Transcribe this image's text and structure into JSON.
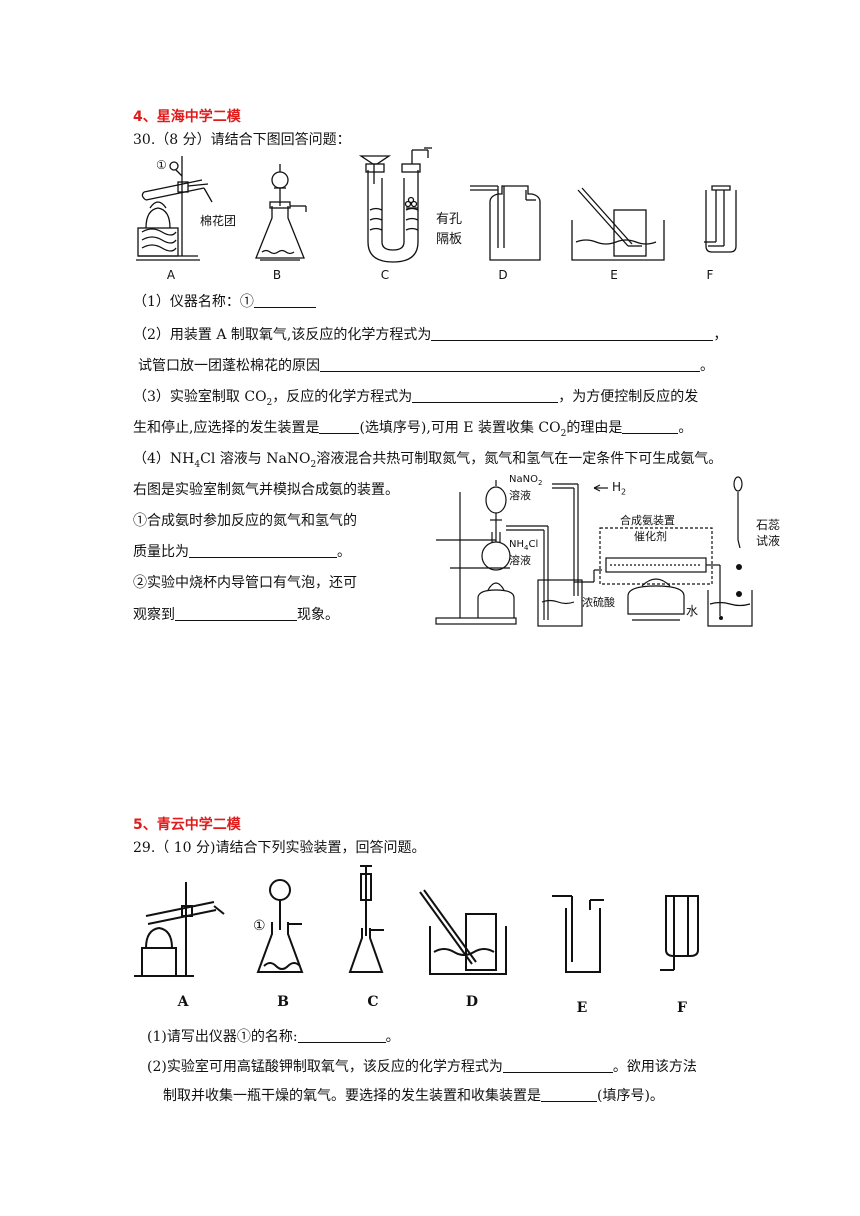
{
  "section4": {
    "header": "4、星海中学二模",
    "q_title": "30.（8 分）请结合下图回答问题：",
    "fig_labels": [
      "A",
      "B",
      "C",
      "D",
      "E",
      "F"
    ],
    "fig_text": {
      "circle1": "①",
      "cotton": "棉花团",
      "holey_1": "有孔",
      "holey_2": "隔板"
    },
    "q1": "（1）仪器名称：①",
    "q2a": "（2）用装置 A 制取氧气,该反应的化学方程式为",
    "q2a_end": "，",
    "q2b": "试管口放一团蓬松棉花的原因",
    "q2b_end": "。",
    "q3a_1": "（3）实验室制取 CO",
    "q3a_2": "，反应的化学方程式为",
    "q3a_3": "，为方便控制反应的发",
    "q3b_1": "生和停止,应选择的发生装置是",
    "q3b_2": "(选填序号),可用 E 装置收集 CO",
    "q3b_3": "的理由是",
    "q3b_end": "。",
    "sub2": "2",
    "q4a_1": "（4）NH",
    "q4a_2": "Cl 溶液与 NaNO",
    "q4a_3": "溶液混合共热可制取氮气，氮气和氢气在一定条件下可生成氨气。",
    "sub4": "4",
    "q4b": "右图是实验室制氮气并模拟合成氨的装置。",
    "q4c": "①合成氨时参加反应的氮气和氢气的",
    "q4d_1": "质量比为",
    "q4d_end": "。",
    "q4e": "②实验中烧杯内导管口有气泡，还可",
    "q4f_1": "观察到",
    "q4f_end": "现象。",
    "ammonia_fig": {
      "nano2_1": "NaNO",
      "nano2_sub": "2",
      "nano2_2": "溶液",
      "h2_1": "H",
      "h2_sub": "2",
      "nh4cl_1": "NH",
      "nh4cl_sub": "4",
      "nh4cl_2": "Cl",
      "nh4cl_3": "溶液",
      "synth_box": "合成氨装置",
      "catalyst": "催化剂",
      "litmus_1": "石蕊",
      "litmus_2": "试液",
      "h2so4": "浓硫酸",
      "water": "水"
    }
  },
  "section5": {
    "header": "5、青云中学二模",
    "q_title": "29.（ 10 分)请结合下列实验装置，回答问题。",
    "fig_labels": [
      "A",
      "B",
      "C",
      "D",
      "E",
      "F"
    ],
    "circle1": "①",
    "q1_1": "(1)请写出仪器①的名称:",
    "q1_end": "。",
    "q2_1": "(2)实验室可用高锰酸钾制取氧气，该反应的化学方程式为",
    "q2_2": "。欲用该方法",
    "q2b_1": "制取并收集一瓶干燥的氧气。要选择的发生装置和收集装置是",
    "q2b_2": "(填序号)。"
  }
}
